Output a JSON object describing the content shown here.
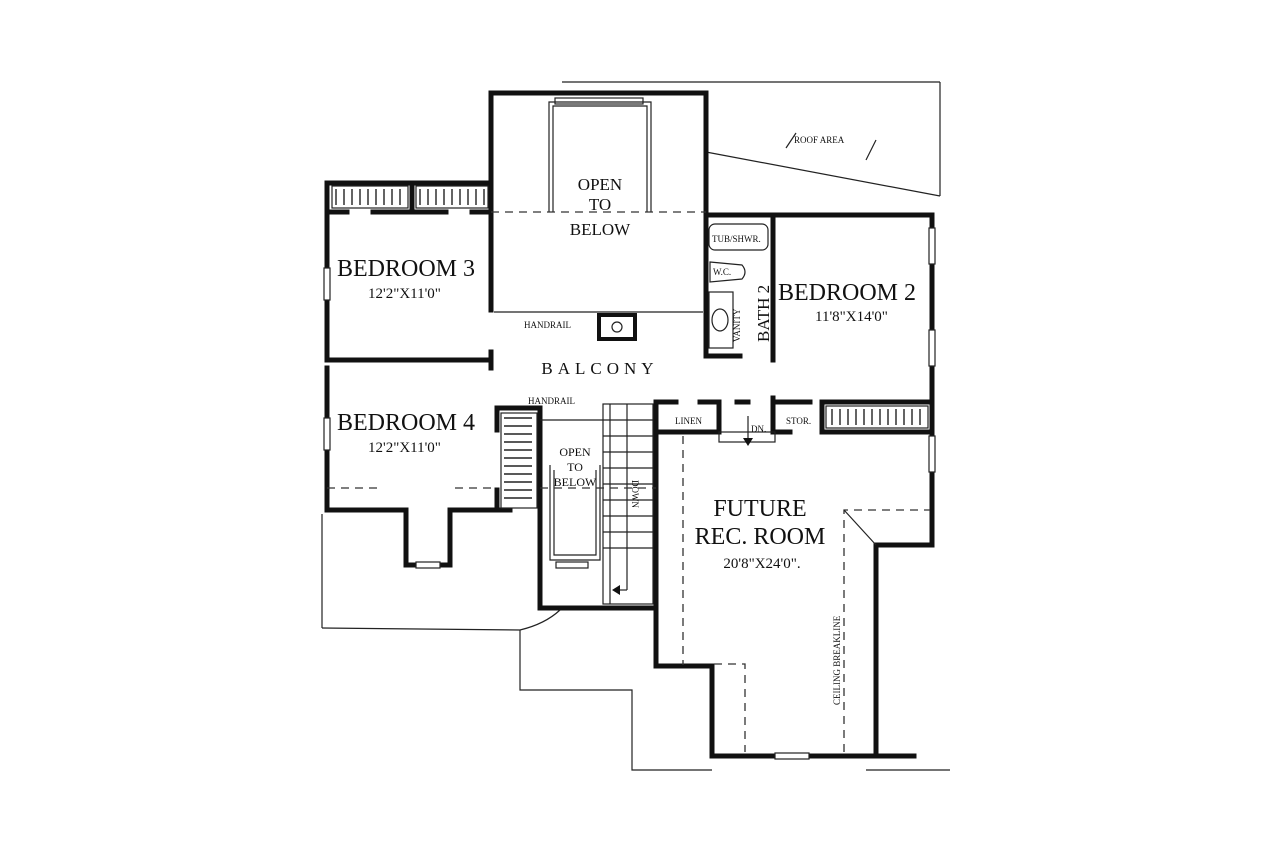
{
  "plan": {
    "rooms": {
      "open_to_below_top": {
        "line1": "OPEN",
        "line2": "TO",
        "line3": "BELOW"
      },
      "bedroom3": {
        "name": "BEDROOM 3",
        "dims": "12'2\"X11'0\""
      },
      "bedroom2": {
        "name": "BEDROOM 2",
        "dims": "11'8\"X14'0\""
      },
      "bedroom4": {
        "name": "BEDROOM 4",
        "dims": "12'2\"X11'0\""
      },
      "bath2": {
        "name": "BATH 2"
      },
      "balcony": {
        "name": "BALCONY"
      },
      "open_to_below_bottom": {
        "line1": "OPEN",
        "line2": "TO",
        "line3": "BELOW"
      },
      "future_rec_room": {
        "line1": "FUTURE",
        "line2": "REC. ROOM",
        "dims": "20'8\"X24'0\"."
      }
    },
    "fixtures": {
      "tub": "TUB/SHWR.",
      "wc": "W.C.",
      "vanity": "VANITY",
      "linen": "LINEN",
      "stor": "STOR.",
      "dn": "DN.",
      "down": "DOWN",
      "handrail_top": "HANDRAIL",
      "handrail_bottom": "HANDRAIL",
      "roof_area": "ROOF AREA",
      "ceiling_breakline": "CEILING BREAKLINE"
    }
  }
}
